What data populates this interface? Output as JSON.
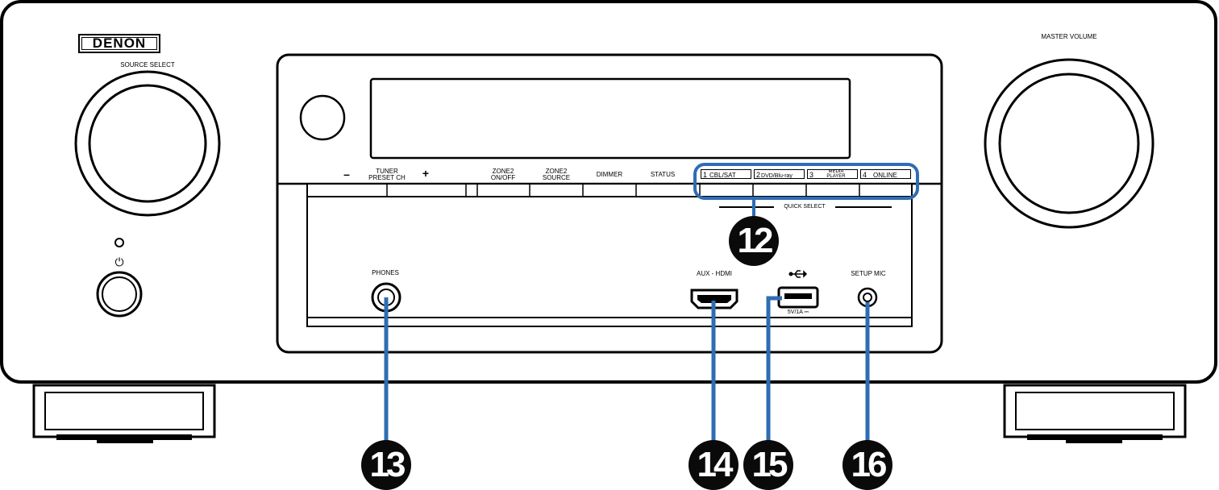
{
  "brand": "DENON",
  "labels": {
    "source_select": "SOURCE SELECT",
    "master_volume": "MASTER VOLUME",
    "tuner_preset_minus": "–",
    "tuner_preset_line1": "TUNER",
    "tuner_preset_line2": "PRESET CH",
    "tuner_preset_plus": "+",
    "zone2_onoff_line1": "ZONE2",
    "zone2_onoff_line2": "ON/OFF",
    "zone2_source_line1": "ZONE2",
    "zone2_source_line2": "SOURCE",
    "dimmer": "DIMMER",
    "status": "STATUS",
    "quick_select": "QUICK SELECT",
    "phones": "PHONES",
    "aux_hdmi": "AUX - HDMI",
    "usb_rating": "5V/1A ⎓",
    "setup_mic": "SETUP MIC",
    "power_symbol": "⏻"
  },
  "quick_select_buttons": [
    {
      "num": "1",
      "label": "CBL/SAT"
    },
    {
      "num": "2",
      "label": "DVD/Blu-ray"
    },
    {
      "num": "3",
      "label_line1": "MEDIA",
      "label_line2": "PLAYER"
    },
    {
      "num": "4",
      "label": "ONLINE"
    }
  ],
  "callouts": [
    "12",
    "13",
    "14",
    "15",
    "16"
  ],
  "colors": {
    "callout_line": "#2e6db4",
    "outline": "#000000",
    "badge": "#0a0a0a"
  }
}
